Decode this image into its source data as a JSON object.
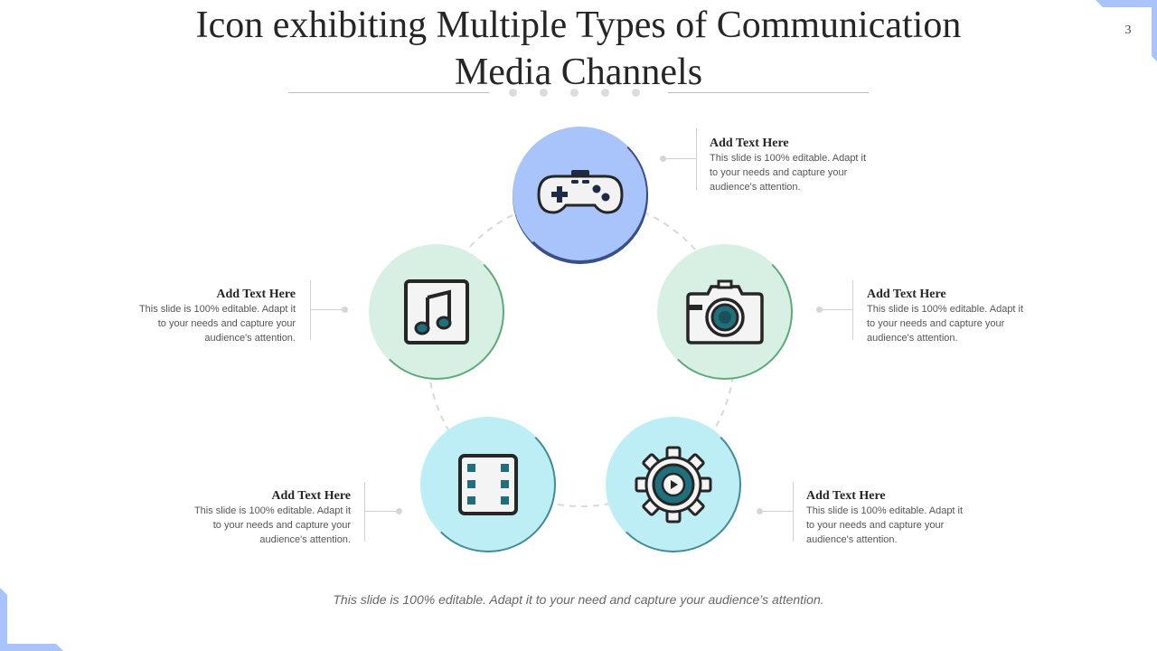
{
  "slide": {
    "title_line1": "Icon exhibiting Multiple Types of Communication",
    "title_line2": "Media Channels",
    "page_number": "3",
    "footer": "This slide is 100% editable.  Adapt it to your need and capture your audience’s attention."
  },
  "items": [
    {
      "icon": "gamepad-icon",
      "heading": "Add Text Here",
      "line1": "This slide is 100% editable. Adapt it",
      "line2": "to your needs and capture your",
      "line3": "audience's attention."
    },
    {
      "icon": "music-note-icon",
      "heading": "Add Text Here",
      "line1": "This slide is 100% editable. Adapt it",
      "line2": "to your needs and capture your",
      "line3": "audience's attention."
    },
    {
      "icon": "camera-icon",
      "heading": "Add Text Here",
      "line1": "This slide is 100% editable. Adapt it",
      "line2": "to your needs and capture your",
      "line3": "audience's attention."
    },
    {
      "icon": "film-strip-icon",
      "heading": "Add Text Here",
      "line1": "This slide is 100% editable. Adapt it",
      "line2": "to your needs and capture your",
      "line3": "audience's attention."
    },
    {
      "icon": "video-gear-icon",
      "heading": "Add Text Here",
      "line1": "This slide is 100% editable. Adapt it",
      "line2": "to your needs and capture your",
      "line3": "audience's attention."
    }
  ],
  "colors": {
    "blue_circle": "#a9c4fb",
    "green_circle": "#d7f0e3",
    "cyan_circle": "#bdeef6",
    "icon_teal": "#1f6f7d",
    "corner_accent": "#a9c4fb"
  }
}
